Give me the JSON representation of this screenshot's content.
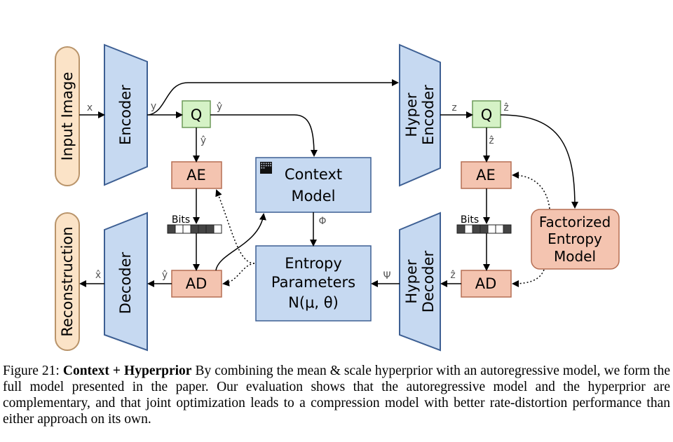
{
  "diagram": {
    "inputs": {
      "input_image": "Input Image",
      "reconstruction": "Reconstruction"
    },
    "blocks": {
      "encoder": "Encoder",
      "decoder": "Decoder",
      "hyper_encoder_line1": "Hyper",
      "hyper_encoder_line2": "Encoder",
      "hyper_decoder_line1": "Hyper",
      "hyper_decoder_line2": "Decoder",
      "q_left": "Q",
      "q_right": "Q",
      "ae_left": "AE",
      "ae_right": "AE",
      "ad_left": "AD",
      "ad_right": "AD",
      "context_model_line1": "Context",
      "context_model_line2": "Model",
      "entropy_params_line1": "Entropy",
      "entropy_params_line2": "Parameters",
      "entropy_params_line3": "N(μ, θ)",
      "factorized_line1": "Factorized",
      "factorized_line2": "Entropy",
      "factorized_line3": "Model"
    },
    "signals": {
      "x": "x",
      "y": "y",
      "y_hat_q": "ŷ",
      "y_hat_down": "ŷ",
      "y_hat_ad": "ŷ",
      "x_hat": "x̂",
      "z": "z",
      "z_hat_q": "ẑ",
      "z_hat_down": "ẑ",
      "z_hat_ad": "ẑ",
      "phi": "Φ",
      "psi": "Ψ",
      "bits_left": "Bits",
      "bits_right": "Bits"
    },
    "bit_pattern_left": [
      1,
      0,
      0,
      1,
      1,
      1,
      0
    ],
    "bit_pattern_right": [
      1,
      0,
      1,
      1,
      0,
      0,
      1
    ],
    "colors": {
      "blue_fill": "#c6d9f1",
      "blue_stroke": "#3d5f93",
      "salmon_fill": "#f4c4b0",
      "salmon_stroke": "#b56e53",
      "green_fill": "#d5f2c6",
      "green_stroke": "#6d9a59",
      "tan_fill": "#fbe3c7",
      "tan_stroke": "#b9946a"
    }
  },
  "caption": {
    "label": "Figure 21:",
    "bold_title": "Context + Hyperprior",
    "text": "By combining the mean & scale hyperprior with an autoregressive model, we form the full model presented in the paper. Our evaluation shows that the autoregressive model and the hyperprior are complementary, and that joint optimization leads to a compression model with better rate-distortion performance than either approach on its own."
  }
}
